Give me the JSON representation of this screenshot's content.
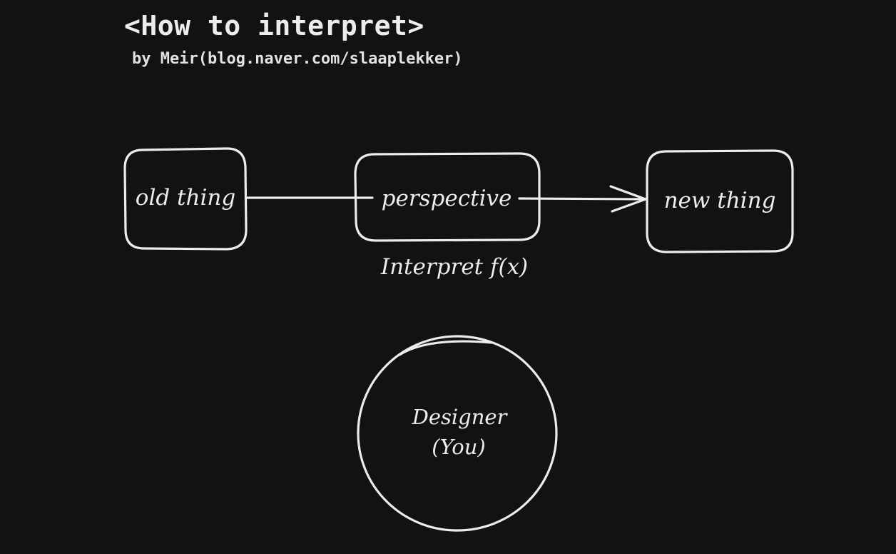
{
  "header": {
    "title": "<How to interpret>",
    "subtitle": "by Meir(blog.naver.com/slaaplekker)"
  },
  "diagram": {
    "nodes": {
      "old_thing": "old thing",
      "perspective": "perspective",
      "new_thing": "new thing",
      "designer_line1": "Designer",
      "designer_line2": "(You)"
    },
    "function_label": "Interpret f(x)"
  },
  "colors": {
    "background": "#121212",
    "stroke": "#ececec"
  }
}
